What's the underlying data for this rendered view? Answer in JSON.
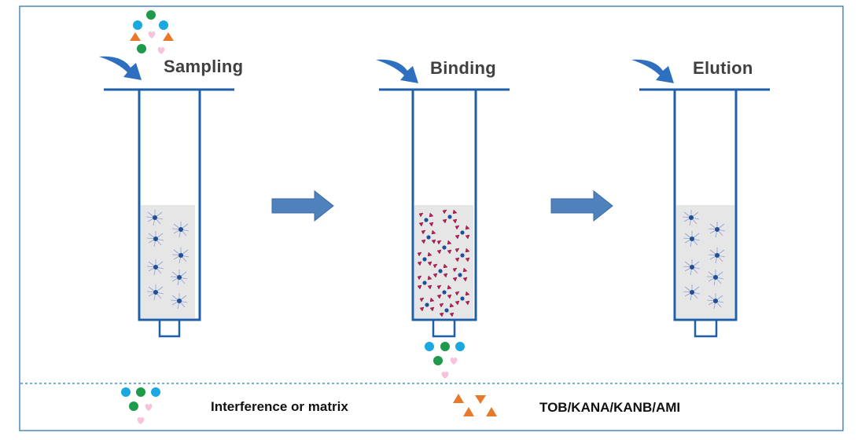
{
  "colors": {
    "border": "#2e75b6",
    "column": "#1f5fa8",
    "bed": "#e6e6e6",
    "arrow": "#4f81bd",
    "cyan": "#1aa8e0",
    "green": "#1f9a4a",
    "pink": "#f7c3dc",
    "orange": "#e8792a",
    "analyte": "#c2185b"
  },
  "steps": [
    {
      "label": "Sampling"
    },
    {
      "label": "Binding"
    },
    {
      "label": "Elution"
    }
  ],
  "legend": {
    "interference_label": "Interference or matrix",
    "analyte_label": "TOB/KANA/KANB/AMI"
  },
  "icons": {
    "curved_arrow": "curved-arrow-icon",
    "process_arrow": "right-arrow-icon",
    "sorbent": "sorbent-particle-icon"
  }
}
